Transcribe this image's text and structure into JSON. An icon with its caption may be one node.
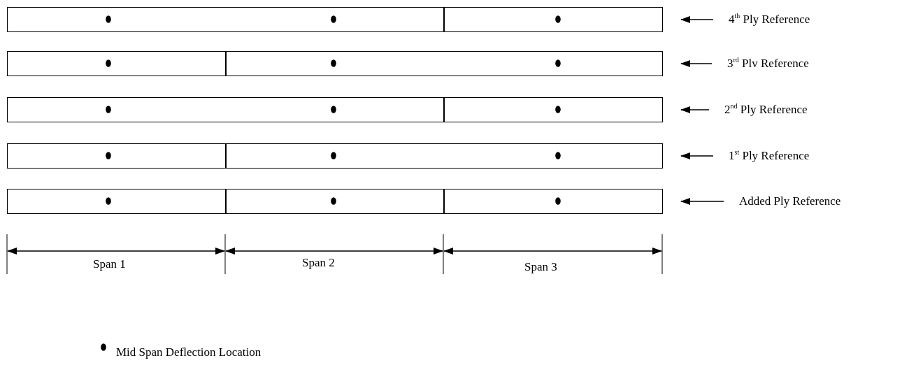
{
  "diagram": {
    "nodes": [
      {
        "text": [],
        "shape": "box"
      },
      {
        "text": [],
        "shape": "box"
      },
      {
        "text": [],
        "shape": "box"
      },
      {
        "text": [],
        "shape": "box"
      },
      {
        "text": [],
        "shape": "box"
      },
      {
        "text": [
          "4$^{th}$ Ply Reference"
        ]
      },
      {
        "text": [
          "3$^{rd}$ Plv Reference"
        ]
      },
      {
        "text": [
          "2$^{nd}$ Ply Reference"
        ]
      },
      {
        "text": [
          "1$^{st}$ Ply Reference"
        ]
      },
      {
        "text": [
          "Added Ply Reference"
        ]
      }
    ],
    "edges": [
      {
        "from": 5,
        "to": 0,
        "arrow": "to"
      },
      {
        "from": 6,
        "to": 1,
        "arrow": "to"
      },
      {
        "from": 7,
        "to": 2,
        "arrow": "to"
      },
      {
        "from": 8,
        "to": 3,
        "arrow": "to"
      },
      {
        "from": 9,
        "to": 4,
        "arrow": "to"
      }
    ],
    "labels": [
      "Span 1",
      "Span 2",
      "Span 3"
    ],
    "legend": [
      {
        "text": "Mid Span Deflection Location"
      }
    ]
  }
}
